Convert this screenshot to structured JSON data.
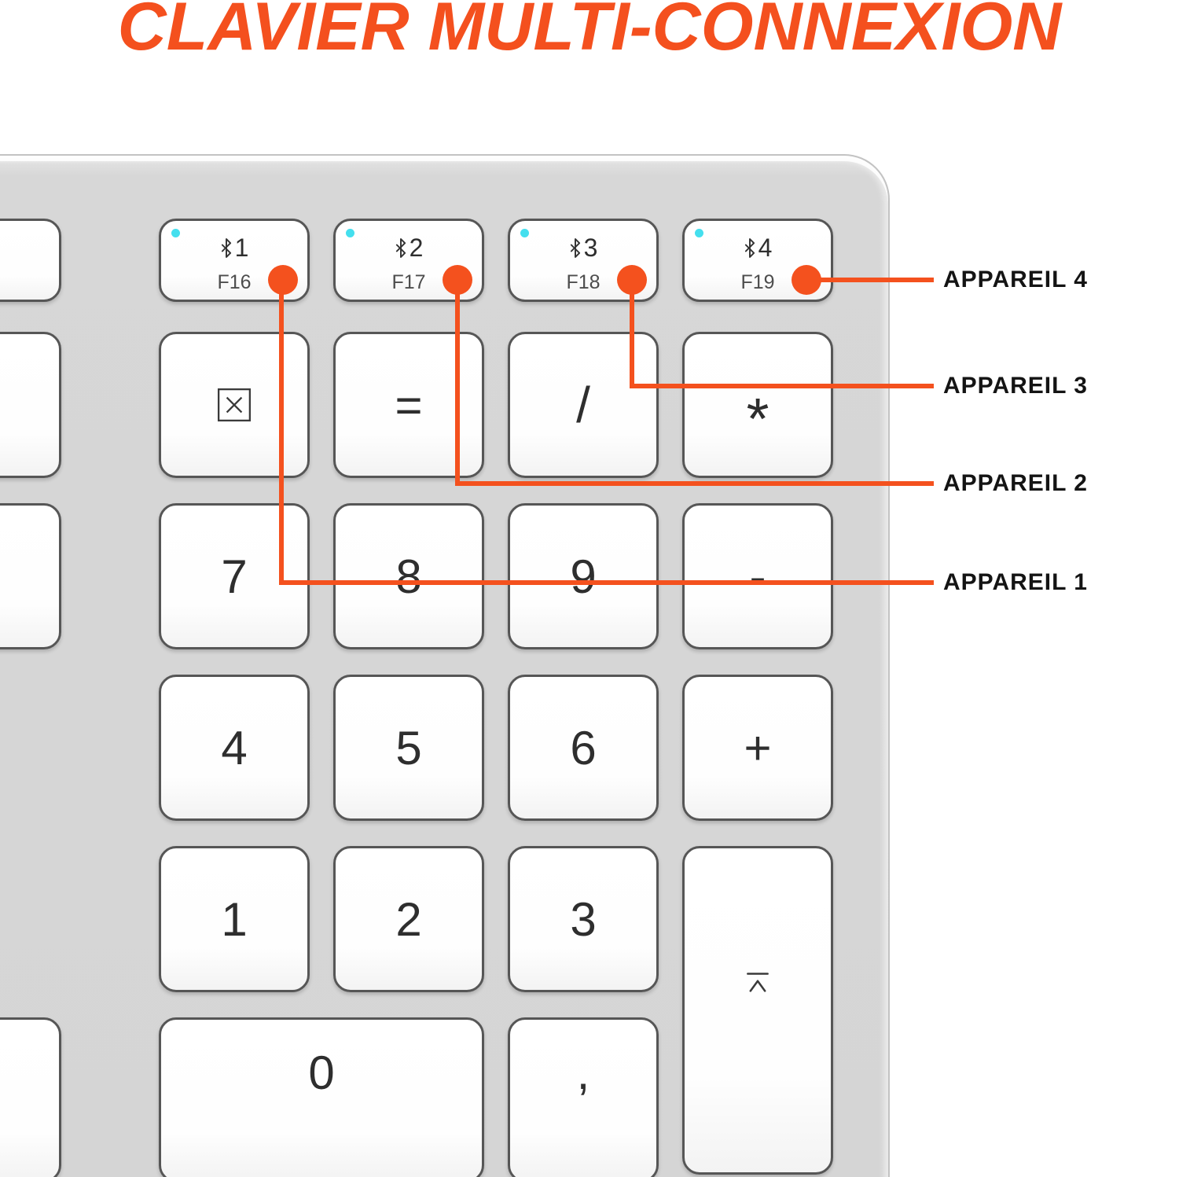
{
  "title": "CLAVIER MULTI-CONNEXION",
  "colors": {
    "accent_orange": "#F4511E",
    "title_orange": "#F4501E",
    "indicator_cyan": "#44DFEE",
    "keyboard_body": "#D6D6D6"
  },
  "fkeys": [
    {
      "bt_num": "1",
      "fn": "F16"
    },
    {
      "bt_num": "2",
      "fn": "F17"
    },
    {
      "bt_num": "3",
      "fn": "F18"
    },
    {
      "bt_num": "4",
      "fn": "F19"
    }
  ],
  "numpad": {
    "equals": "=",
    "divide": "/",
    "multiply": "*",
    "seven": "7",
    "eight": "8",
    "nine": "9",
    "minus": "-",
    "four": "4",
    "five": "5",
    "six": "6",
    "plus": "+",
    "one": "1",
    "two": "2",
    "three": "3",
    "zero": "0",
    "comma": ","
  },
  "icons": {
    "bluetooth": "bluetooth-icon",
    "clear": "clear-square-x-icon",
    "enter": "numpad-enter-icon"
  },
  "callouts": [
    {
      "label": "APPAREIL 4"
    },
    {
      "label": "APPAREIL 3"
    },
    {
      "label": "APPAREIL 2"
    },
    {
      "label": "APPAREIL 1"
    }
  ]
}
